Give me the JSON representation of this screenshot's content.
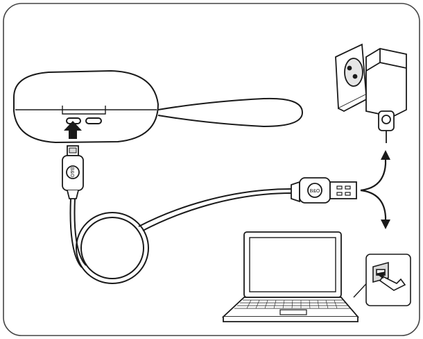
{
  "diagram": {
    "subject": "charging-case-connection",
    "components": [
      {
        "id": "charging-case",
        "icon": "earbuds-case-icon"
      },
      {
        "id": "usb-cable",
        "icon": "usb-cable-icon"
      },
      {
        "id": "wall-adapter",
        "icon": "wall-charger-icon"
      },
      {
        "id": "laptop",
        "icon": "laptop-icon"
      },
      {
        "id": "laptop-port-detail",
        "icon": "usb-port-icon"
      }
    ],
    "logo_text": "B&O",
    "colors": {
      "line": "#1a1a1a",
      "fill": "#ffffff",
      "shade": "#d9d9d9",
      "frame": "#444444"
    }
  }
}
